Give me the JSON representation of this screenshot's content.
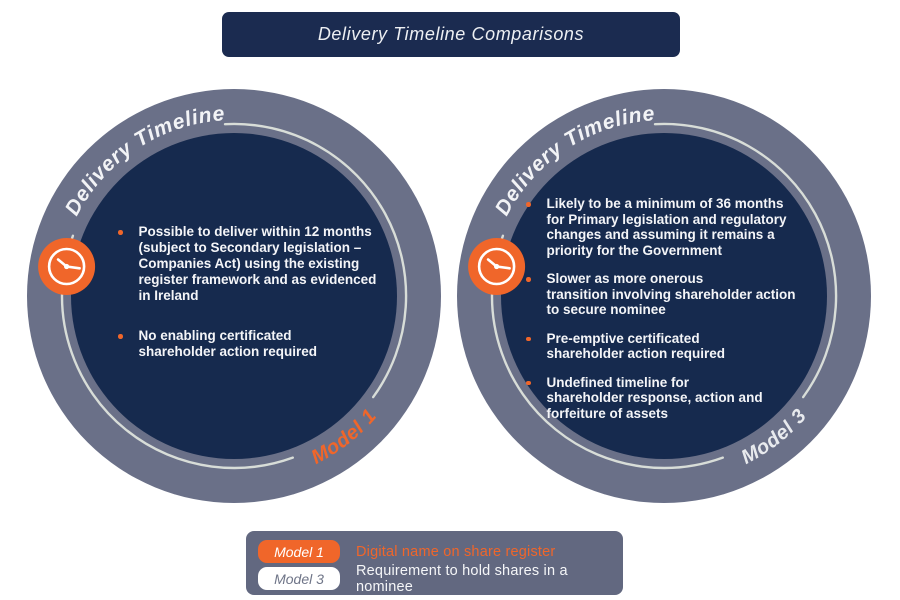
{
  "title": "Delivery Timeline Comparisons",
  "colors": {
    "navy": "#162A4E",
    "title_navy": "#1B2B50",
    "ring_gray": "#6A7088",
    "legend_gray": "#626880",
    "orange": "#F0662A",
    "arc_light": "#D8DDD8"
  },
  "circles": [
    {
      "arc_title": "Delivery Timeline",
      "model_label": "Model 1",
      "icon": "clock-icon",
      "bullets": [
        "Possible to deliver within 12 months\n(subject to Secondary legislation –\nCompanies Act) using the existing\nregister framework and as evidenced\nin Ireland",
        "No enabling certificated\nshareholder action required"
      ]
    },
    {
      "arc_title": "Delivery Timeline",
      "model_label": "Model 3",
      "icon": "clock-icon",
      "bullets": [
        "Likely to be a minimum of 36 months\nfor Primary legislation and regulatory\nchanges and assuming it remains a\npriority for the Government",
        "Slower as more onerous\ntransition involving shareholder action\nto secure nominee",
        "Pre-emptive certificated\nshareholder action required",
        "Undefined timeline for\nshareholder response, action and\nforfeiture of assets"
      ]
    }
  ],
  "legend": {
    "items": [
      {
        "badge": "Model 1",
        "label": "Digital name on share register"
      },
      {
        "badge": "Model 3",
        "label": "Requirement to hold shares in a nominee"
      }
    ]
  }
}
